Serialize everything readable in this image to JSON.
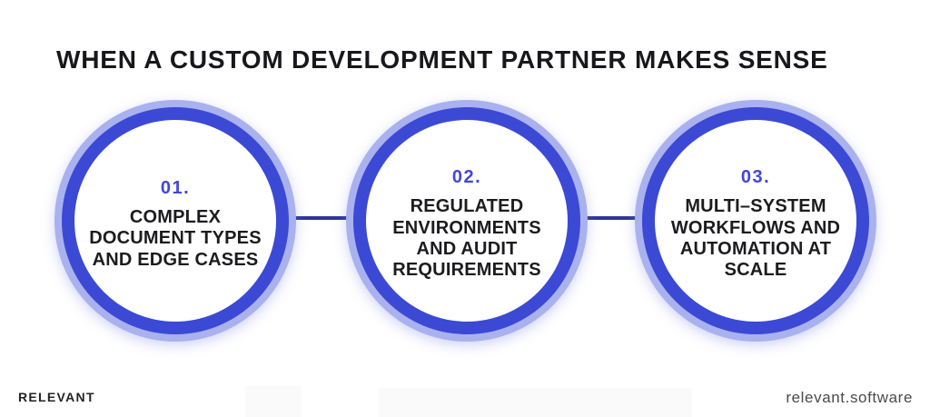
{
  "title": "WHEN A CUSTOM DEVELOPMENT PARTNER MAKES SENSE",
  "steps": [
    {
      "number": "01.",
      "label": "COMPLEX DOCUMENT TYPES AND EDGE CASES"
    },
    {
      "number": "02.",
      "label": "REGULATED ENVIRONMENTS AND AUDIT REQUIREMENTS"
    },
    {
      "number": "03.",
      "label": "MULTI–SYSTEM WORKFLOWS AND AUTOMATION AT SCALE"
    }
  ],
  "footer": {
    "brand": "RELEVANT",
    "website": "relevant.software"
  },
  "colors": {
    "ring_blue": "#3b49d5",
    "halo_periwinkle": "#a9b2ee",
    "connector_navy": "#30339b",
    "number_blue": "#4347d6",
    "text_dark": "#1c1c20",
    "title_dark": "#17171c"
  }
}
